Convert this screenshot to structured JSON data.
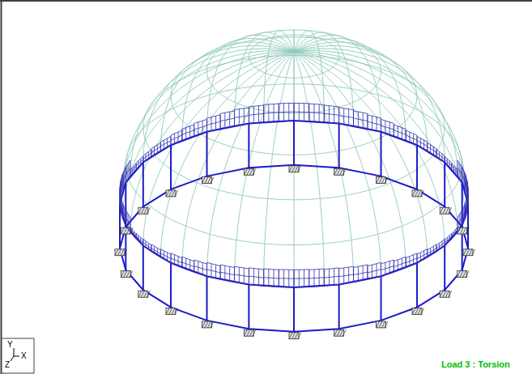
{
  "diagram": {
    "labels": [
      "Load 3 : Torsion",
      "Y",
      "X",
      "Z"
    ]
  }
}
